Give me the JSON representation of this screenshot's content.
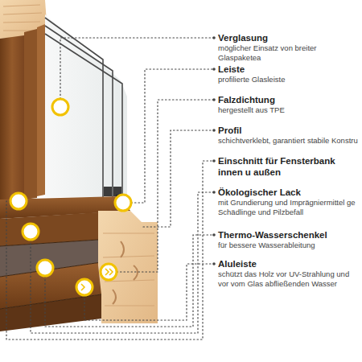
{
  "diagram": {
    "labels": [
      "Verglasung",
      "möglicher Einsatz von breiter Glaspaketea",
      "Leiste",
      "profilierte Glasleiste",
      "Falzdichtung",
      "hergestellt aus TPE",
      "Profil",
      "schichtverklebt, garantiert stabile Konstru",
      "Einschnitt für Fensterbank innen u außen",
      "Ökologischer Lack",
      "mit Grundierung und Imprägniermittel ge Schädlinge und Pilzbefall",
      "Thermo-Wasserschenkel",
      "für bessere Wasserableitung",
      "Aluleiste",
      "schützt das Holz vor UV-Strahlung und vor vom Glas abfließenden Wasser"
    ]
  }
}
